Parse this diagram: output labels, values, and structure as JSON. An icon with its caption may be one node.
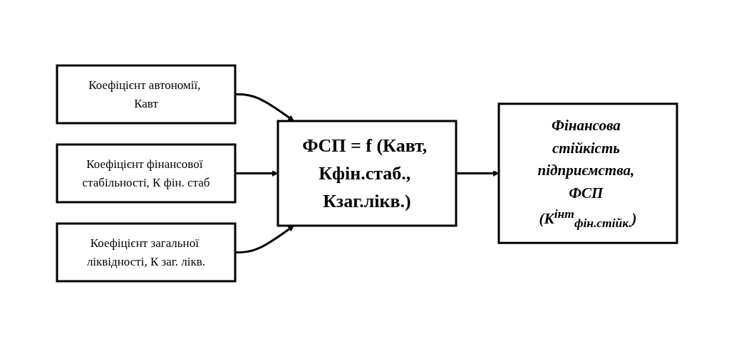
{
  "diagram": {
    "nodes": [
      {
        "text": [
          "Коефіцієнт автономії, Кавт"
        ]
      },
      {
        "text": [
          "Коефіцієнт фінансової стабільності, К фін. стаб"
        ]
      },
      {
        "text": [
          "Коефіцієнт загальної ліквідності, К заг. лікв."
        ]
      },
      {
        "text": [
          "ФСП = f (Кавт, Кфін.стаб., Кзаг.лікв.)"
        ]
      },
      {
        "text": [
          "Фінансова стійкість підприємства, ФСП (К$^{інт}$$_{фін.стійк.}$)"
        ]
      }
    ],
    "edges": [
      {
        "from": 0,
        "to": 3,
        "arrow": "to"
      },
      {
        "from": 1,
        "to": 3,
        "arrow": "to"
      },
      {
        "from": 2,
        "to": 3,
        "arrow": "to"
      },
      {
        "from": 3,
        "to": 4,
        "arrow": "to"
      }
    ]
  }
}
